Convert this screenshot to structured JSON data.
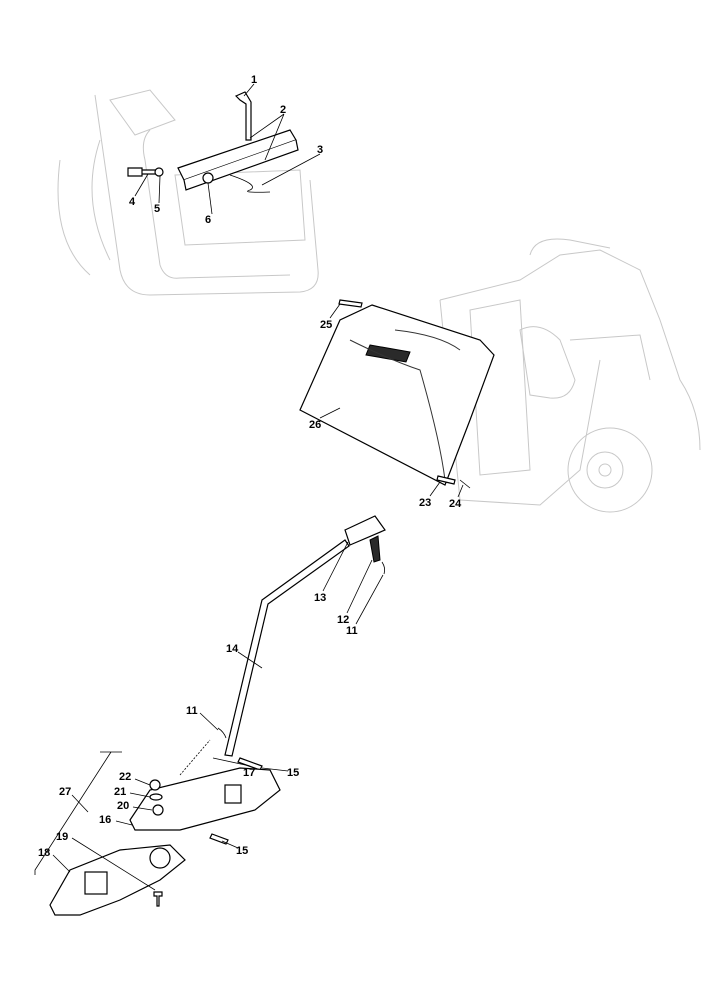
{
  "diagram": {
    "callouts": [
      {
        "id": "c1",
        "text": "1"
      },
      {
        "id": "c2",
        "text": "2"
      },
      {
        "id": "c3",
        "text": "3"
      },
      {
        "id": "c4",
        "text": "4"
      },
      {
        "id": "c5",
        "text": "5"
      },
      {
        "id": "c6",
        "text": "6"
      },
      {
        "id": "c25",
        "text": "25"
      },
      {
        "id": "c26",
        "text": "26"
      },
      {
        "id": "c23",
        "text": "23"
      },
      {
        "id": "c24",
        "text": "24"
      },
      {
        "id": "c13",
        "text": "13"
      },
      {
        "id": "c12",
        "text": "12"
      },
      {
        "id": "c11a",
        "text": "11"
      },
      {
        "id": "c14",
        "text": "14"
      },
      {
        "id": "c11b",
        "text": "11"
      },
      {
        "id": "c17",
        "text": "17"
      },
      {
        "id": "c15a",
        "text": "15"
      },
      {
        "id": "c27",
        "text": "27"
      },
      {
        "id": "c22",
        "text": "22"
      },
      {
        "id": "c21",
        "text": "21"
      },
      {
        "id": "c20",
        "text": "20"
      },
      {
        "id": "c16",
        "text": "16"
      },
      {
        "id": "c15b",
        "text": "15"
      },
      {
        "id": "c19",
        "text": "19"
      },
      {
        "id": "c18",
        "text": "18"
      }
    ]
  }
}
